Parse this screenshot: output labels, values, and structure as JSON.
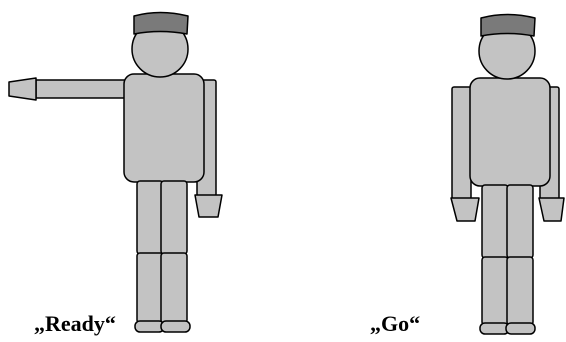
{
  "figures": [
    {
      "pose": "arm-extended",
      "caption": "„Ready“"
    },
    {
      "pose": "arms-down",
      "caption": "„Go“"
    }
  ],
  "colors": {
    "body": "#c3c3c3",
    "cap": "#7a7a7a",
    "outline": "#000000",
    "background": "#ffffff"
  }
}
